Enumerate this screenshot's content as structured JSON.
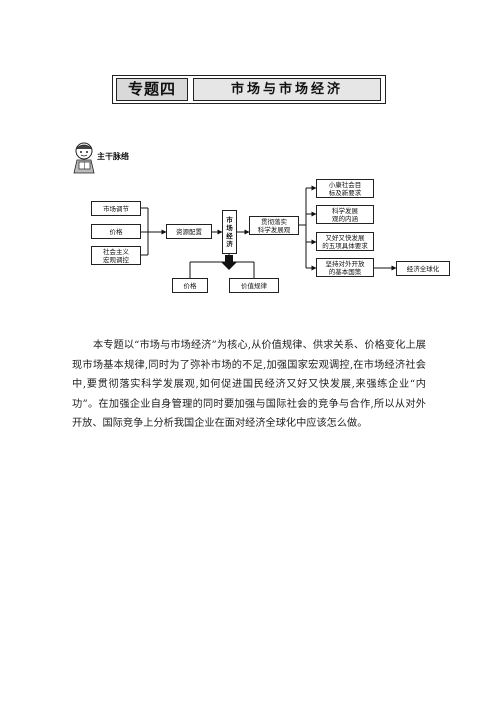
{
  "banner": {
    "tag": "专题四",
    "title": "市场与市场经济"
  },
  "section": {
    "title": "主干脉络"
  },
  "diagram": {
    "left_nodes": [
      "市场调节",
      "价格",
      "社会主义\n宏观调控"
    ],
    "resource": "资源配置",
    "center": "市\n场\n经\n济",
    "implement": "贯彻落实\n科学发展观",
    "right_nodes": [
      "小康社会目\n标及新要求",
      "科学发展\n观的内涵",
      "又好又快发展\n的五项具体要求",
      "坚持对外开放\n的基本国策"
    ],
    "globalization": "经济全球化",
    "bottom_nodes": [
      "价格",
      "价值规律"
    ]
  },
  "paragraph": "本专题以“市场与市场经济”为核心,从价值规律、供求关系、价格变化上展现市场基本规律,同时为了弥补市场的不足,加强国家宏观调控,在市场经济社会中,要贯彻落实科学发展观,如何促进国民经济又好又快发展,来强练企业“内功”。在加强企业自身管理的同时要加强与国际社会的竞争与合作,所以从对外开放、国际竞争上分析我国企业在面对经济全球化中应该怎么做。"
}
